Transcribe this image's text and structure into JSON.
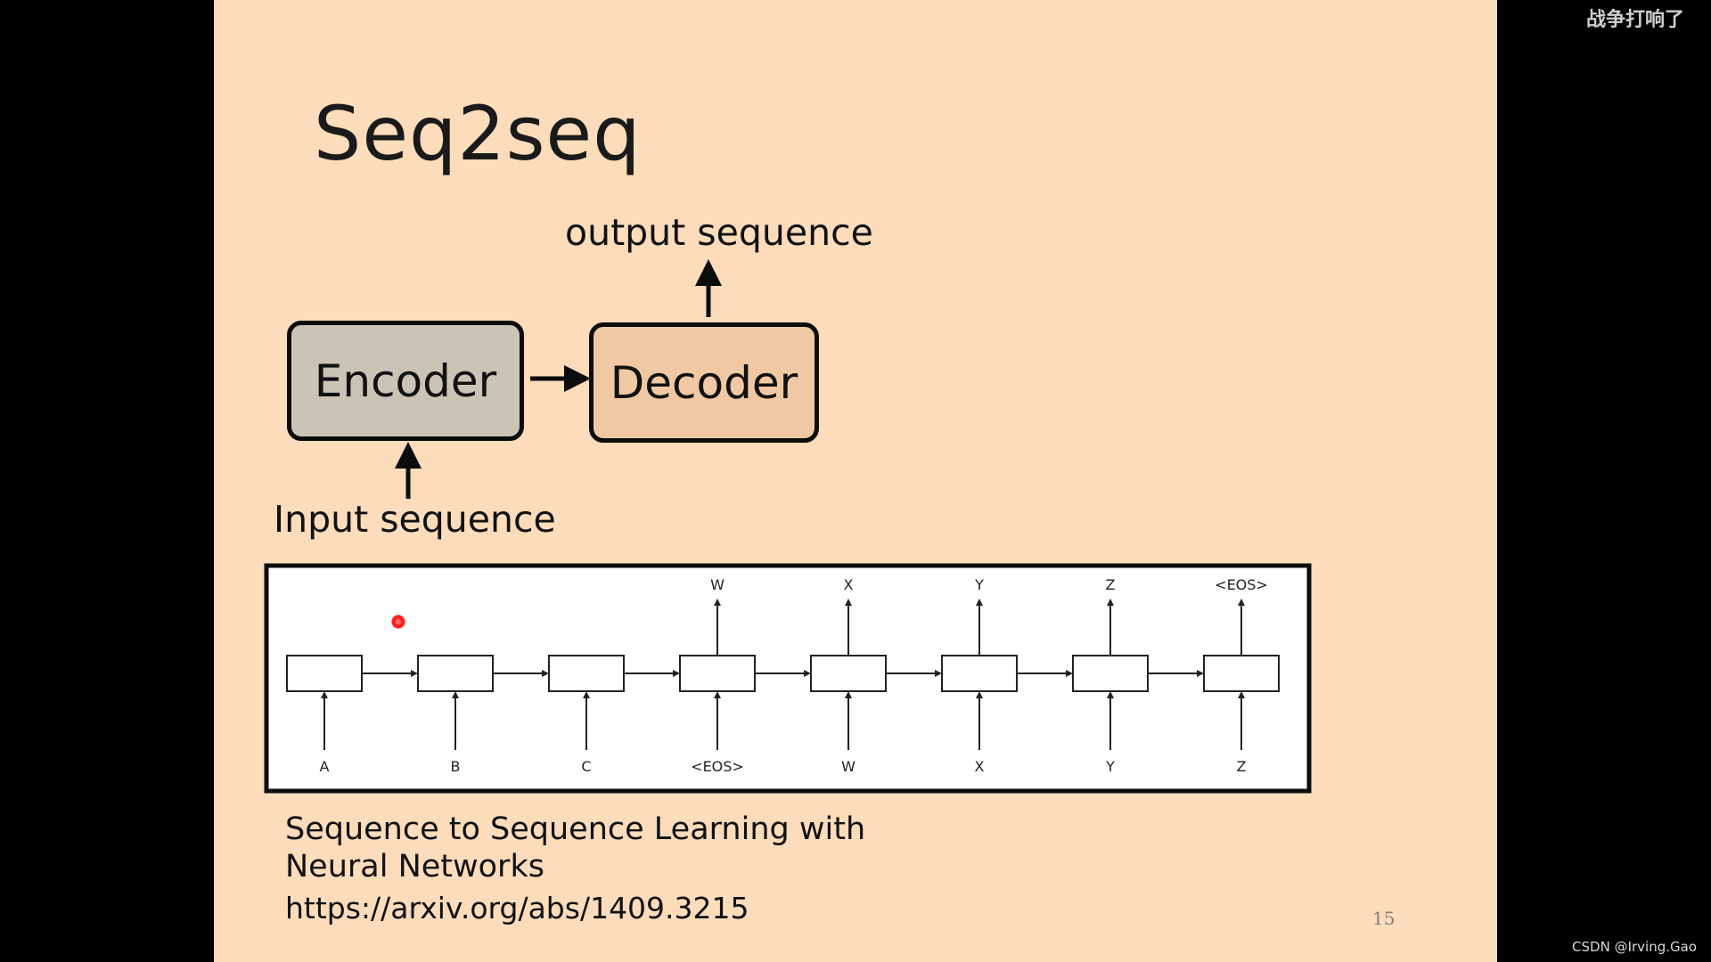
{
  "slide": {
    "title": "Seq2seq",
    "output_label": "output sequence",
    "input_label": "Input sequence",
    "encoder_label": "Encoder",
    "decoder_label": "Decoder",
    "citation_line1": "Sequence to Sequence Learning with",
    "citation_line2": "Neural Networks",
    "url": "https://arxiv.org/abs/1409.3215",
    "page_number": "15"
  },
  "diagram": {
    "inputs": [
      "A",
      "B",
      "C",
      "<EOS>",
      "W",
      "X",
      "Y",
      "Z"
    ],
    "outputs": [
      "",
      "",
      "",
      "W",
      "X",
      "Y",
      "Z",
      "<EOS>"
    ]
  },
  "watermarks": {
    "top_right": "战争打响了",
    "bottom_right": "CSDN @Irving.Gao"
  },
  "colors": {
    "slide_background": "#fcdcba",
    "encoder_fill": "#c9c4b6",
    "decoder_fill": "#f0c9a4",
    "pointer": "#ff1e1e"
  }
}
